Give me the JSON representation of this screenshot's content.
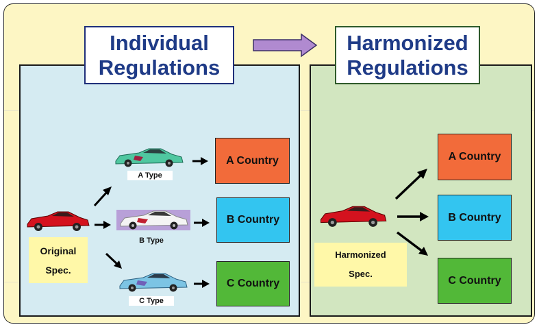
{
  "left_title": {
    "line1": "Individual",
    "line2": "Regulations"
  },
  "right_title": {
    "line1": "Harmonized",
    "line2": "Regulations"
  },
  "left_panel": {
    "original_spec": {
      "line1": "Original",
      "line2": "Spec."
    },
    "types": [
      "A Type",
      "B Type",
      "C Type"
    ],
    "countries": [
      "A Country",
      "B Country",
      "C Country"
    ]
  },
  "right_panel": {
    "harmonized_spec": {
      "line1": "Harmonized",
      "line2": "Spec."
    },
    "countries": [
      "A Country",
      "B Country",
      "C Country"
    ]
  },
  "colors": {
    "background": "#fdf6c4",
    "left_panel": "#d5ebf2",
    "right_panel": "#d2e6c0",
    "title_text": "#1f3b87",
    "country_a": "#f26b3a",
    "country_b": "#33c5f0",
    "country_c": "#52b838",
    "spec_box": "#fff8a8",
    "flow_arrow": "#b08ad0"
  }
}
